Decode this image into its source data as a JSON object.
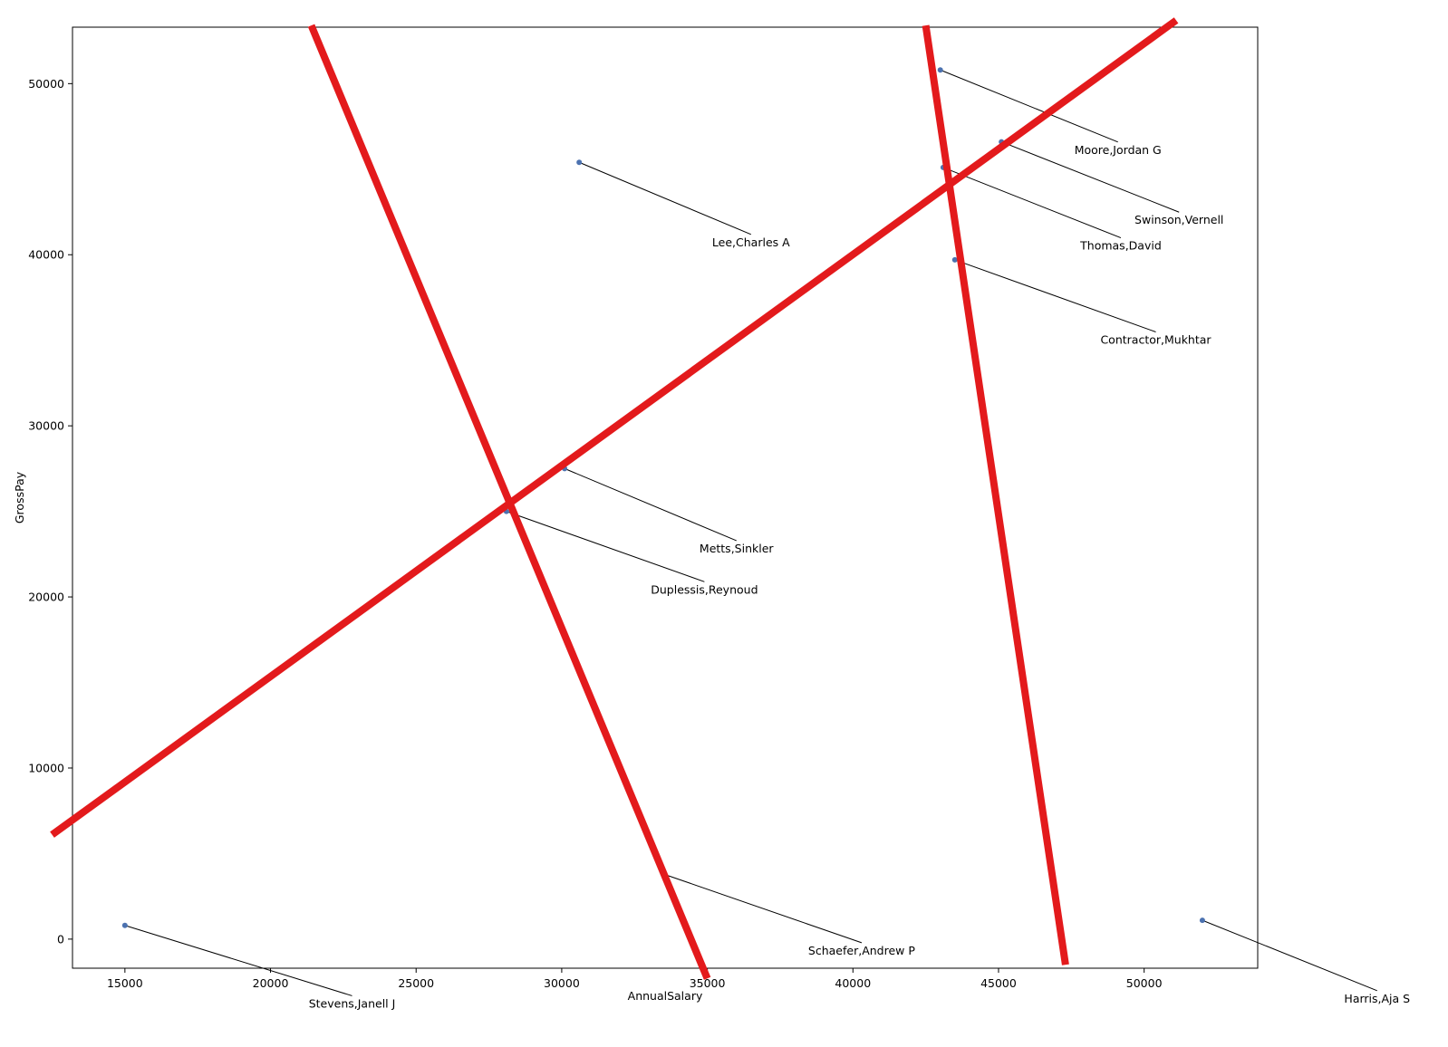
{
  "chart_data": {
    "type": "scatter",
    "title": "",
    "xlabel": "AnnualSalary",
    "ylabel": "GrossPay",
    "xlim": [
      13200,
      53900
    ],
    "ylim": [
      -1700,
      53300
    ],
    "grid": false,
    "x_ticks": [
      15000,
      20000,
      25000,
      30000,
      35000,
      40000,
      45000,
      50000
    ],
    "y_ticks": [
      0,
      10000,
      20000,
      30000,
      40000,
      50000
    ],
    "colors": {
      "marker": "#4c72b0",
      "leader_line": "#000000",
      "overlay_stroke": "#e31a1c"
    },
    "points": [
      {
        "name": "Stevens,Janell J",
        "x": 15000,
        "y": 800,
        "label_x": 22800,
        "label_y": -4000
      },
      {
        "name": "Lee,Charles A",
        "x": 30600,
        "y": 45400,
        "label_x": 36500,
        "label_y": 40500
      },
      {
        "name": "Metts,Sinkler",
        "x": 30100,
        "y": 27500,
        "label_x": 36000,
        "label_y": 22600
      },
      {
        "name": "Duplessis,Reynoud",
        "x": 28100,
        "y": 25000,
        "label_x": 34900,
        "label_y": 20200
      },
      {
        "name": "Schaefer,Andrew P",
        "x": 33500,
        "y": 3800,
        "label_x": 40300,
        "label_y": -900
      },
      {
        "name": "Moore,Jordan G",
        "x": 43000,
        "y": 50800,
        "label_x": 49100,
        "label_y": 45900
      },
      {
        "name": "Swinson,Vernell",
        "x": 45100,
        "y": 46600,
        "label_x": 51200,
        "label_y": 41800
      },
      {
        "name": "Thomas,David",
        "x": 43100,
        "y": 45100,
        "label_x": 49200,
        "label_y": 40300
      },
      {
        "name": "Contractor,Mukhtar",
        "x": 43500,
        "y": 39700,
        "label_x": 50400,
        "label_y": 34800
      },
      {
        "name": "Harris,Aja S",
        "x": 52000,
        "y": 1100,
        "label_x": 58000,
        "label_y": -3700
      }
    ],
    "overlay_strokes": [
      {
        "from": [
          21400,
          53400
        ],
        "to": [
          35000,
          -2300
        ]
      },
      {
        "from": [
          42500,
          53400
        ],
        "to": [
          47300,
          -1500
        ]
      },
      {
        "from": [
          12500,
          6100
        ],
        "to": [
          51100,
          53700
        ]
      }
    ]
  }
}
